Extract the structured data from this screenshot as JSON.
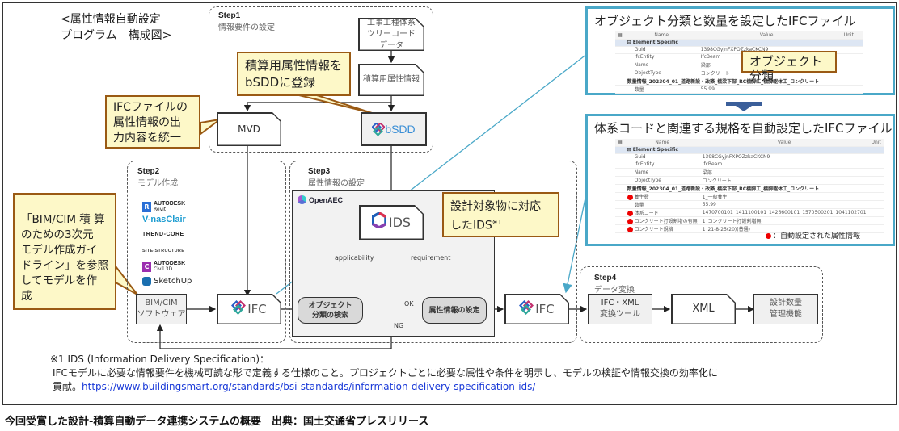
{
  "diagram_title": [
    "<属性情報自動設定",
    "プログラム　構成図>"
  ],
  "step1": {
    "label": "Step1",
    "sub": "情報要件の設定",
    "tree_code_node": [
      "工事工種体系",
      "ツリーコード",
      "データ"
    ],
    "quantity_attr_node": "積算用属性情報",
    "mvd_node": "MVD",
    "bsdd_logo": "bSDD"
  },
  "step2": {
    "label": "Step2",
    "sub": "モデル作成",
    "software_logos": [
      {
        "badge": "R",
        "name": "AUTODESK",
        "product": "Revit",
        "color": "#2a6fd6"
      },
      {
        "name": "V-nasClair"
      },
      {
        "name": "TREND-CORE"
      },
      {
        "name": "SITE-STRUCTURE"
      },
      {
        "badge": "C",
        "name": "AUTODESK",
        "product": "Civil 3D",
        "color": "#9b2fb0"
      },
      {
        "name": "SketchUp"
      }
    ],
    "bim_node": [
      "BIM/CIM",
      "ソフトウェア"
    ],
    "ifc_logo": "IFC"
  },
  "step3": {
    "label": "Step3",
    "sub": "属性情報の設定",
    "openaec_logo": "OpenAEC",
    "ids_logo": "IDS",
    "applicability": "applicability",
    "requirement": "requirement",
    "search_node": [
      "オブジェクト",
      "分類の検索"
    ],
    "ok": "OK",
    "ng": "NG",
    "set_node": "属性情報の設定",
    "ifc_logo": "IFC"
  },
  "step4": {
    "label": "Step4",
    "sub": "データ変換",
    "convert_node": [
      "IFC・XML",
      "変換ツール"
    ],
    "xml_node": "XML",
    "manage_node": [
      "設計数量",
      "管理機能"
    ]
  },
  "callouts": {
    "ifc_output": [
      "IFCファイルの",
      "属性情報の出",
      "力内容を統一"
    ],
    "bsdd_register": [
      "積算用属性情報を",
      "bSDDに登録"
    ],
    "guideline": [
      "「BIM/CIM 積 算",
      "のための3次元",
      "モデル作成ガイ",
      "ドライン」を参照",
      "してモデルを作",
      "成"
    ],
    "ids_target": [
      "設計対象物に対応",
      "したIDS"
    ],
    "ids_sup": "※1",
    "object_class": "オブジェクト分類"
  },
  "panel1": {
    "title": "オブジェクト分類と数量を設定したIFCファイル",
    "headers": [
      "Name",
      "Value",
      "Unit"
    ],
    "section": "Element Specific",
    "rows": [
      {
        "name": "Guid",
        "value": "1398CGyjnFXPOZzkaCKCN9"
      },
      {
        "name": "IfcEntity",
        "value": "IfcBeam"
      },
      {
        "name": "Name",
        "value": "梁部"
      },
      {
        "name": "ObjectType",
        "value": "コンクリート"
      }
    ],
    "group": "数量情報_202304_01_道路新設・改築_橋梁下部_RC橋脚工_橋脚躯体工_コンクリート",
    "group_rows": [
      {
        "name": "数量",
        "value": "55.99"
      }
    ]
  },
  "panel2": {
    "title": "体系コードと関連する規格を自動設定したIFCファイル",
    "headers": [
      "Name",
      "Value",
      "Unit"
    ],
    "section": "Element Specific",
    "rows": [
      {
        "name": "Guid",
        "value": "1398CGyjnFXPOZzkaCKCN9"
      },
      {
        "name": "IfcEntity",
        "value": "IfcBeam"
      },
      {
        "name": "Name",
        "value": "梁部"
      },
      {
        "name": "ObjectType",
        "value": "コンクリート"
      }
    ],
    "group": "数量情報_202304_01_道路新設・改築_橋梁下部_RC橋脚工_橋脚躯体工_コンクリート",
    "group_rows": [
      {
        "name": "養生費",
        "value": "1_一般養生",
        "auto": true
      },
      {
        "name": "数量",
        "value": "55.99",
        "auto": false
      },
      {
        "name": "体系コード",
        "value": "1470700101_1411100101_1426600101_1570500201_1041102701",
        "auto": true
      },
      {
        "name": "コンクリート打設割増の有無",
        "value": "1_コンクリート打設割増無",
        "auto": true
      },
      {
        "name": "コンクリート規格",
        "value": "1_21-8-25(20)(普通)",
        "auto": true
      }
    ],
    "legend": "：自動設定された属性情報"
  },
  "footnote": {
    "head": "※1  IDS (Information Delivery Specification)：",
    "body": "IFCモデルに必要な情報要件を機械可読な形で定義する仕様のこと。プロジェクトごとに必要な属性や条件を明示し、モデルの検証や情報交換の効率化に",
    "tail": "貢献。",
    "link": "https://www.buildingsmart.org/standards/bsi-standards/information-delivery-specification-ids/"
  },
  "caption": "今回受賞した設計-積算自動データ連携システムの概要　出典：国土交通省プレスリリース",
  "colors": {
    "callout_fill": "#fdf8c8",
    "callout_border": "#9a5a14",
    "panel_border": "#4aa8c8",
    "auto_dot": "#e00000",
    "arrow_down": "#3b5f9a",
    "link": "#1a3ad8"
  }
}
